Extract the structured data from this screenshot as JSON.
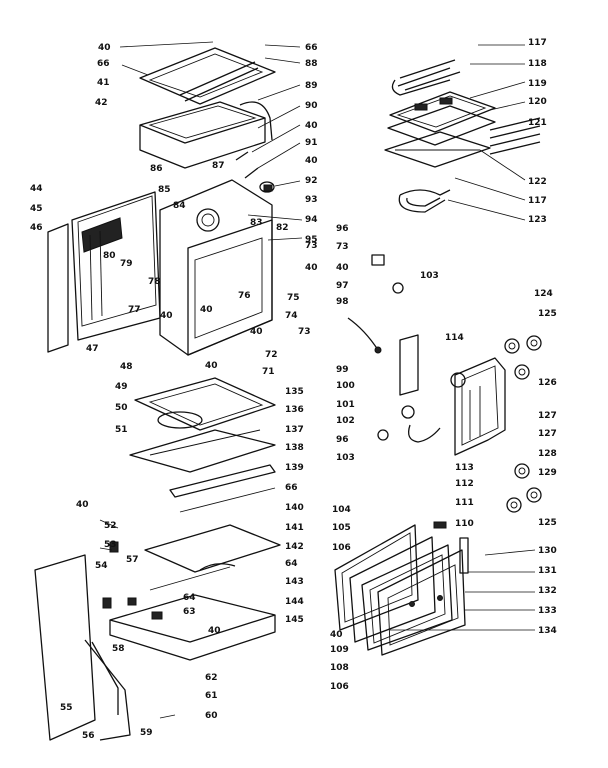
{
  "labels": [
    "40",
    "66",
    "88",
    "89",
    "90",
    "40",
    "91",
    "40",
    "92",
    "93",
    "94",
    "95",
    "73",
    "40",
    "83",
    "82",
    "87",
    "85",
    "84",
    "86",
    "42",
    "41",
    "66",
    "40",
    "44",
    "45",
    "46",
    "80",
    "79",
    "78",
    "77",
    "76",
    "40",
    "72",
    "71",
    "74",
    "75",
    "73",
    "40",
    "47",
    "48",
    "49",
    "50",
    "51",
    "40",
    "135",
    "136",
    "137",
    "138",
    "139",
    "66",
    "140",
    "141",
    "142",
    "64",
    "143",
    "144",
    "145",
    "40",
    "62",
    "61",
    "60",
    "59",
    "56",
    "55",
    "58",
    "57",
    "64",
    "63",
    "54",
    "53",
    "52",
    "40",
    "117",
    "118",
    "119",
    "120",
    "121",
    "122",
    "117",
    "123",
    "96",
    "73",
    "40",
    "97",
    "103",
    "98",
    "99",
    "100",
    "101",
    "102",
    "96",
    "103",
    "114",
    "124",
    "125",
    "126",
    "127",
    "127",
    "128",
    "129",
    "125",
    "113",
    "112",
    "111",
    "110",
    "104",
    "105",
    "106",
    "130",
    "131",
    "132",
    "133",
    "134",
    "109",
    "108",
    "40",
    "106"
  ]
}
